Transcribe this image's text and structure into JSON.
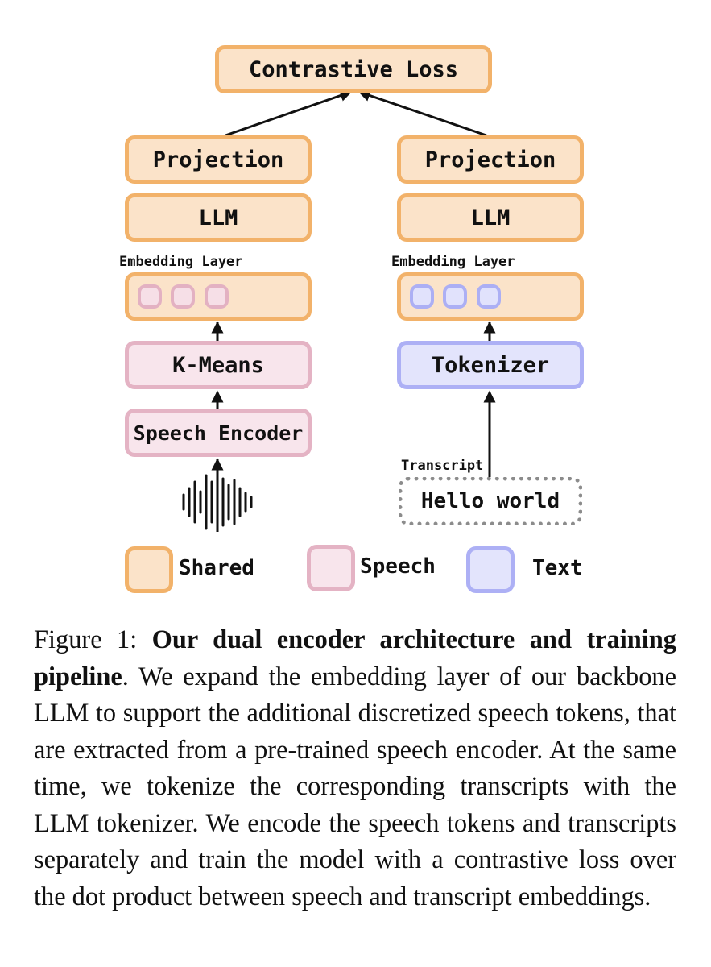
{
  "diagram": {
    "top": {
      "loss": "Contrastive Loss"
    },
    "left": {
      "projection": "Projection",
      "llm": "LLM",
      "embedding_label": "Embedding Layer",
      "quantizer": "K-Means",
      "encoder": "Speech Encoder"
    },
    "right": {
      "projection": "Projection",
      "llm": "LLM",
      "embedding_label": "Embedding Layer",
      "tokenizer": "Tokenizer",
      "transcript_label": "Transcript",
      "input_text": "Hello world"
    },
    "legend": {
      "shared": "Shared",
      "speech": "Speech",
      "text": "Text"
    },
    "colors": {
      "shared_border": "#f2b26a",
      "shared_fill": "#fbe3c9",
      "speech_border": "#e4b3c4",
      "speech_fill": "#f8e5ec",
      "text_border": "#adb0f5",
      "text_fill": "#e3e4fc"
    }
  },
  "caption": {
    "figure_label": "Figure 1: ",
    "title": "Our dual encoder architecture and training pipeline",
    "body": ". We expand the embedding layer of our backbone LLM to support the additional discretized speech tokens, that are extracted from a pre-trained speech encoder. At the same time, we tokenize the corresponding transcripts with the LLM tokenizer. We encode the speech tokens and transcripts separately and train the model with a contrastive loss over the dot product between speech and transcript embeddings."
  }
}
